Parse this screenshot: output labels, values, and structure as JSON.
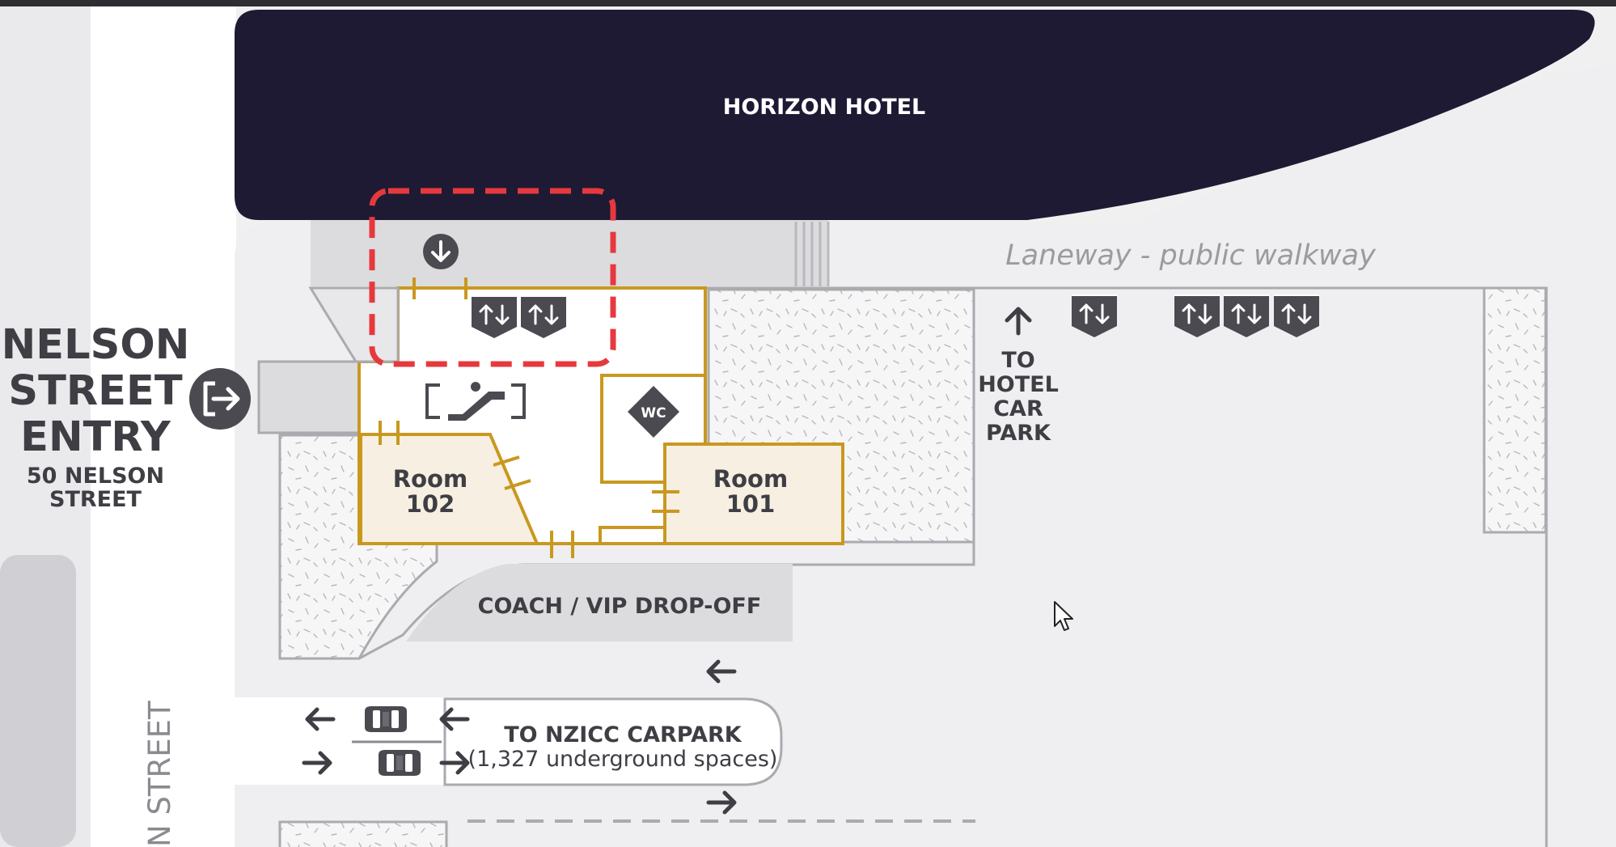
{
  "hotel": {
    "name": "HORIZON HOTEL"
  },
  "laneway": {
    "label": "Laneway - public walkway"
  },
  "entry": {
    "line1": "NELSON",
    "line2": "STREET",
    "line3": "ENTRY",
    "address1": "50 NELSON",
    "address2": "STREET"
  },
  "rooms": [
    {
      "line1": "Room",
      "line2": "102"
    },
    {
      "line1": "Room",
      "line2": "101"
    }
  ],
  "wc": {
    "label": "WC"
  },
  "hotel_carpark": {
    "lines": [
      "TO",
      "HOTEL",
      "CAR",
      "PARK"
    ]
  },
  "dropoff": {
    "label": "COACH / VIP DROP-OFF"
  },
  "nzicc": {
    "title": "TO NZICC CARPARK",
    "subtitle": "(1,327 underground spaces)"
  },
  "street_label": "N STREET",
  "colors": {
    "hotel_navy": "#1e1a33",
    "room_outline": "#c9981f",
    "room_fill": "#f6efe2",
    "highlight_dash": "#e6393e",
    "label_dark": "#3e3e44"
  },
  "icons": {
    "lift": "lift-icon",
    "escalator": "escalator-icon",
    "exit": "exit-icon",
    "car": "car-icon",
    "arrow": "arrow-icon",
    "down_circle": "down-arrow-circle-icon",
    "cursor": "mouse-cursor-icon"
  }
}
